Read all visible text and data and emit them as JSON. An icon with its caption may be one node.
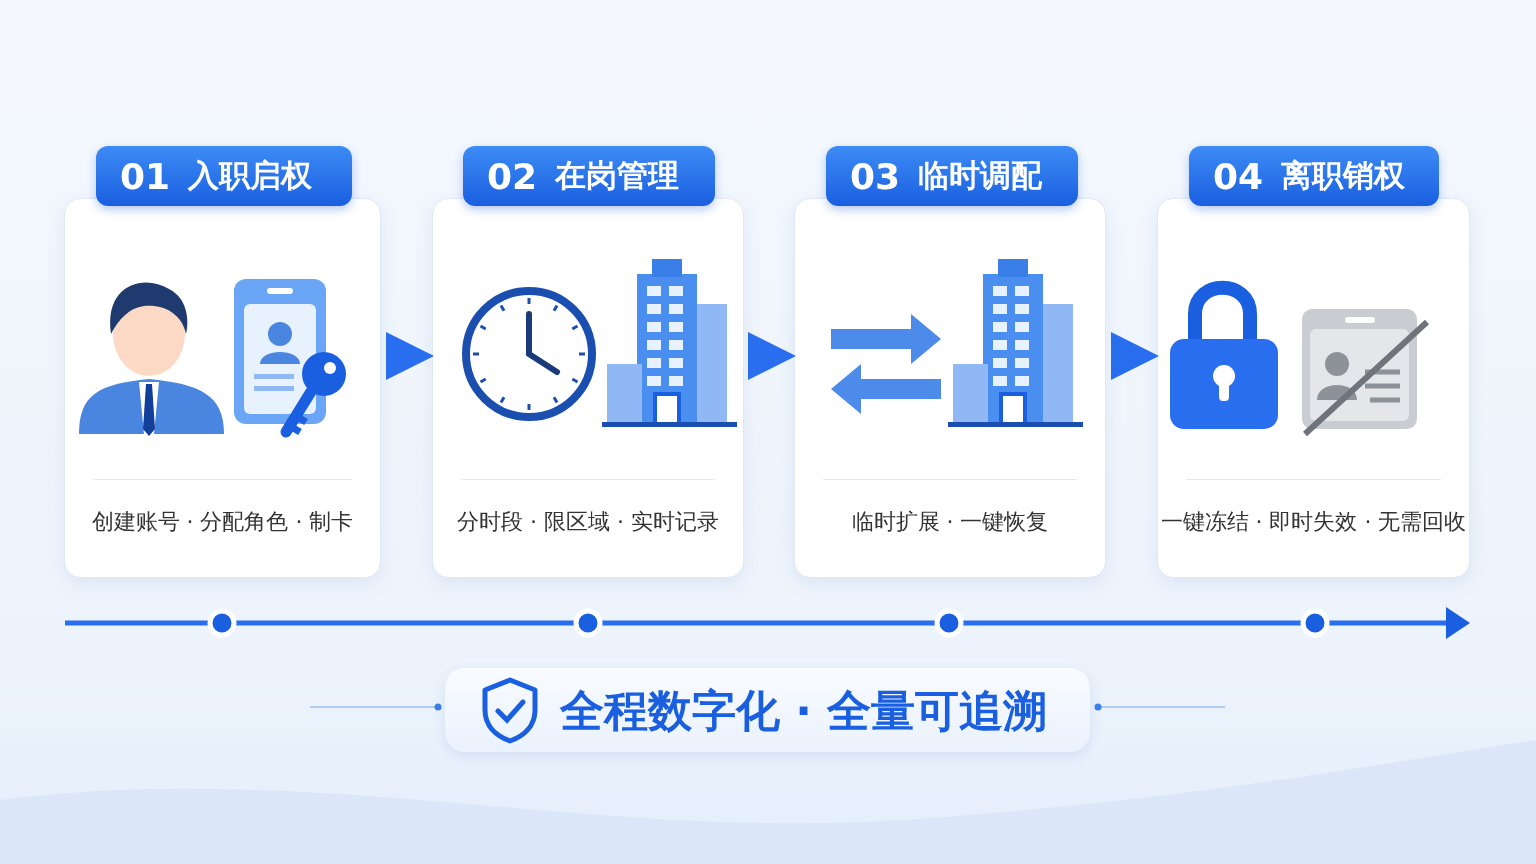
{
  "diagram": {
    "nodes": [
      {
        "text": [
          "01",
          "入职启权",
          "创建账号 · 分配角色 · 制卡"
        ]
      },
      {
        "text": [
          "02",
          "在岗管理",
          "分时段 · 限区域 · 实时记录"
        ]
      },
      {
        "text": [
          "03",
          "临时调配",
          "临时扩展 · 一键恢复"
        ]
      },
      {
        "text": [
          "04",
          "离职销权",
          "一键冻结 · 即时失效 · 无需回收"
        ]
      },
      {
        "text": [
          "全程数字化 · 全量可追溯"
        ]
      }
    ],
    "edges": [
      {
        "from": 0,
        "to": 1,
        "arrow": "to"
      },
      {
        "from": 1,
        "to": 2,
        "arrow": "to"
      },
      {
        "from": 2,
        "to": 3,
        "arrow": "to"
      }
    ]
  }
}
